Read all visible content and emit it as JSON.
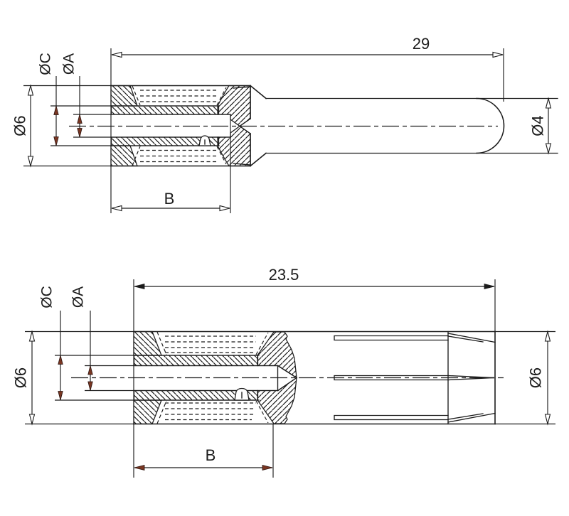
{
  "page": {
    "background": "#ffffff",
    "line_color": "#1c1c1c",
    "arrow_red": "#7a3622"
  },
  "views": {
    "pin": {
      "length_label": "29",
      "barrel_label": "B",
      "body_dia": "Ø6",
      "inner_dia_c": "ØC",
      "inner_dia_a": "ØA",
      "pin_dia": "Ø4"
    },
    "socket": {
      "length_label": "23.5",
      "barrel_label": "B",
      "body_dia_left": "Ø6",
      "body_dia_right": "Ø6",
      "inner_dia_c": "ØC",
      "inner_dia_a": "ØA"
    }
  }
}
